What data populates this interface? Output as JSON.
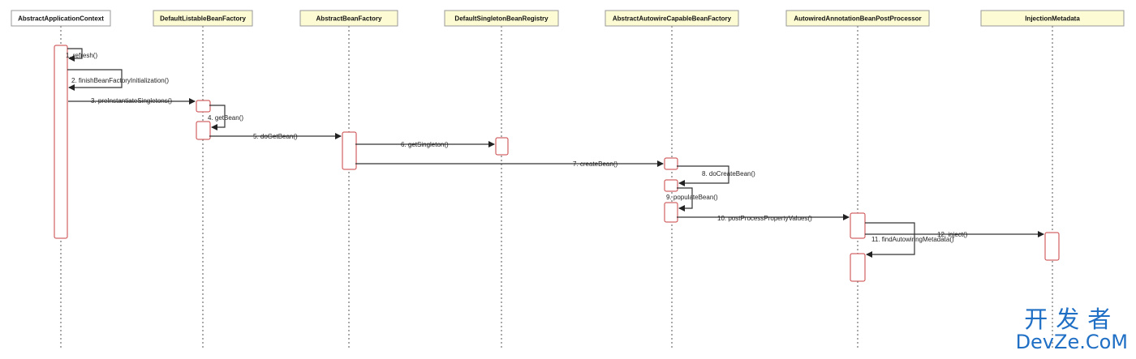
{
  "colors": {
    "header_fill_default": "#ffffff",
    "header_fill_highlight": "#fdfbd3",
    "header_stroke": "#999999",
    "activation_stroke": "#c94040",
    "watermark": "#1f6fc5"
  },
  "lifelines": [
    {
      "name": "AbstractApplicationContext"
    },
    {
      "name": "DefaultListableBeanFactory"
    },
    {
      "name": "AbstractBeanFactory"
    },
    {
      "name": "DefaultSingletonBeanRegistry"
    },
    {
      "name": "AbstractAutowireCapableBeanFactory"
    },
    {
      "name": "AutowiredAnnotationBeanPostProcessor"
    },
    {
      "name": "InjectionMetadata"
    }
  ],
  "messages": [
    {
      "label": "1. refresh()",
      "from": 0,
      "to": 0
    },
    {
      "label": "2. finishBeanFactoryInitialization()",
      "from": 0,
      "to": 0
    },
    {
      "label": "3. preInstantiateSingletons()",
      "from": 0,
      "to": 1
    },
    {
      "label": "4. getBean()",
      "from": 1,
      "to": 1
    },
    {
      "label": "5. doGetBean()",
      "from": 1,
      "to": 2
    },
    {
      "label": "6. getSingleton()",
      "from": 2,
      "to": 3
    },
    {
      "label": "7. createBean()",
      "from": 2,
      "to": 4
    },
    {
      "label": "8. doCreateBean()",
      "from": 4,
      "to": 4
    },
    {
      "label": "9. populateBean()",
      "from": 4,
      "to": 4
    },
    {
      "label": "10. postProcessPropertyValues()",
      "from": 4,
      "to": 5
    },
    {
      "label": "11. findAutowiringMetadata()",
      "from": 5,
      "to": 5
    },
    {
      "label": "12. inject()",
      "from": 5,
      "to": 6
    }
  ],
  "watermark": {
    "line1": "开发者",
    "line2": "DevZe.CoM"
  }
}
